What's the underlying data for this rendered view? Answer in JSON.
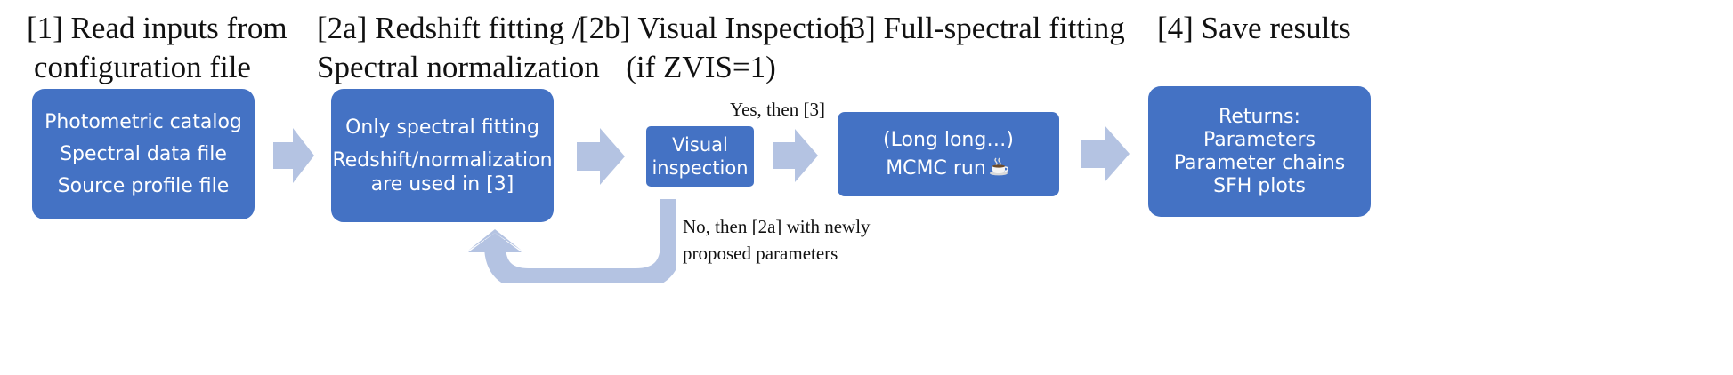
{
  "steps": [
    {
      "heading": [
        "[1] Read inputs from",
        "configuration file"
      ],
      "box": [
        "Photometric catalog",
        "Spectral data file",
        "Source profile file"
      ]
    },
    {
      "heading": [
        "[2a] Redshift fitting /",
        "Spectral normalization"
      ],
      "box": [
        "Only spectral fitting",
        "Redshift/normalization",
        "are used in [3]"
      ]
    },
    {
      "heading": [
        "[2b] Visual Inspection",
        "(if ZVIS=1)"
      ],
      "box": [
        "Visual",
        "inspection"
      ]
    },
    {
      "heading": [
        "[3] Full-spectral fitting"
      ],
      "box": [
        "(Long long…)",
        "MCMC run"
      ]
    },
    {
      "heading": [
        "[4] Save results"
      ],
      "box": [
        "Returns:",
        "Parameters",
        "Parameter chains",
        "SFH plots"
      ]
    }
  ],
  "notes": {
    "yes": "Yes, then [3]",
    "no": [
      "No, then [2a] with newly",
      "proposed parameters"
    ]
  },
  "icons": {
    "run_icon": "coffee-cup-icon"
  },
  "colors": {
    "box_fill": "#4472c4",
    "arrow_fill": "#b4c3e2",
    "box_text": "#ffffff",
    "heading_text": "#111111"
  }
}
